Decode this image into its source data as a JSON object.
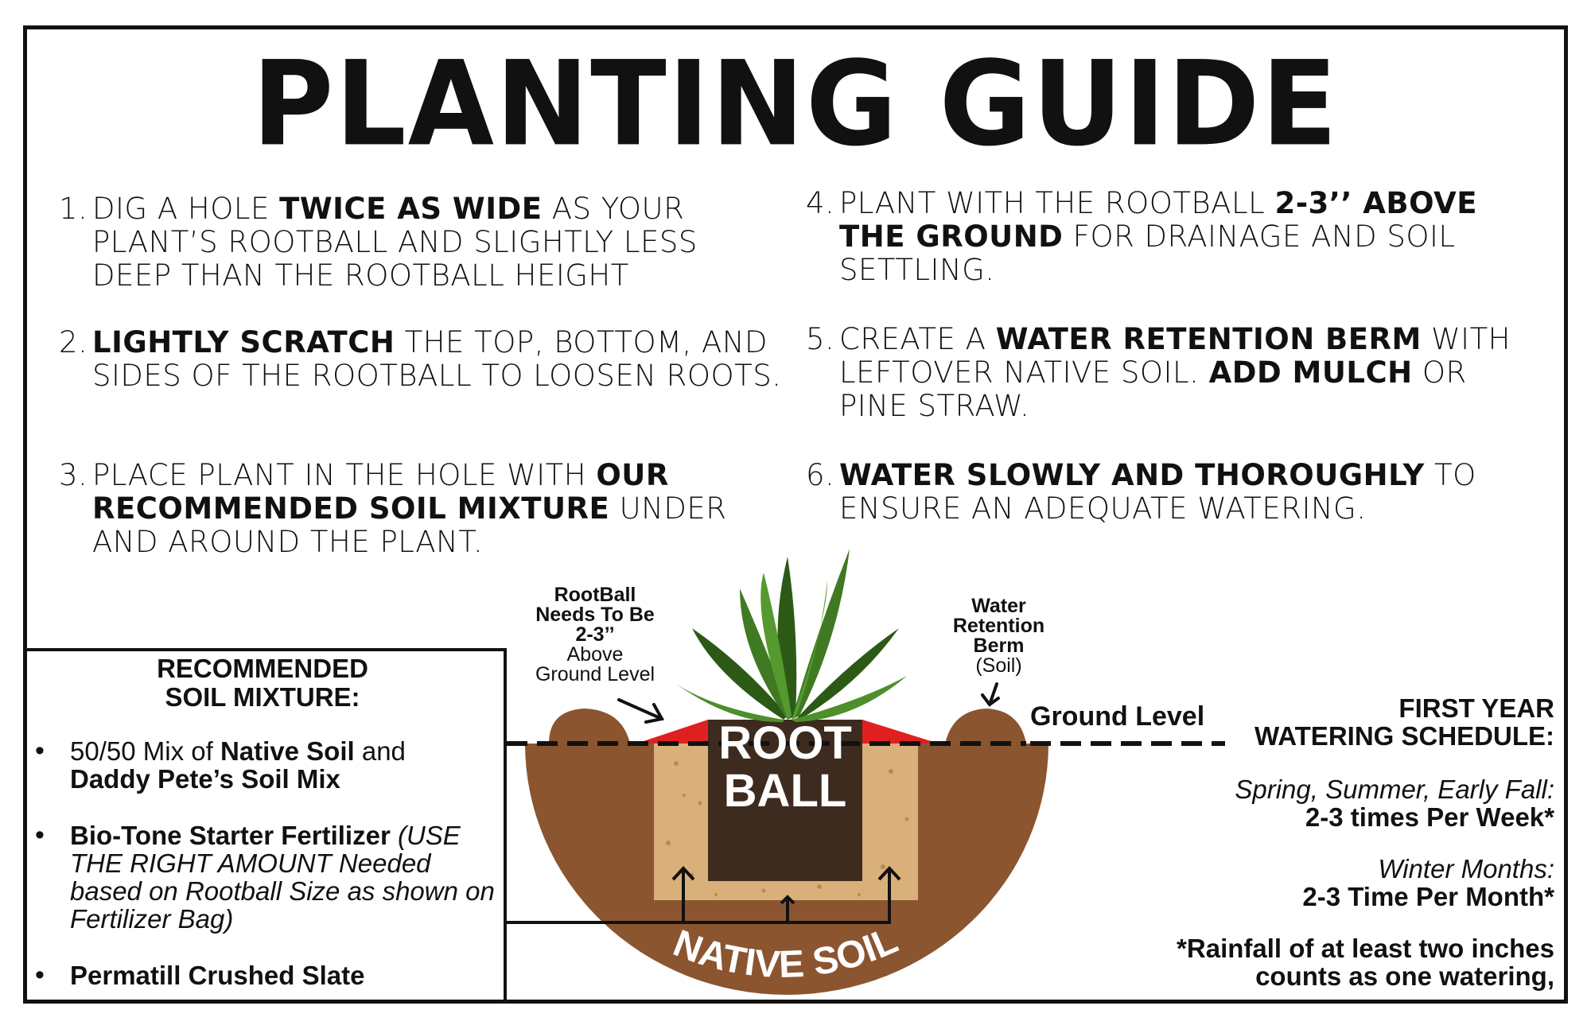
{
  "title": "PLANTING GUIDE",
  "steps": [
    {
      "num": "1.",
      "parts": [
        "DIG A HOLE ",
        "TWICE AS WIDE",
        " AS YOUR PLANT’S ROOTBALL AND SLIGHTLY LESS DEEP THAN THE ROOTBALL HEIGHT"
      ]
    },
    {
      "num": "2.",
      "parts": [
        "",
        "LIGHTLY SCRATCH",
        " THE TOP, BOTTOM, AND SIDES OF THE ROOTBALL TO LOOSEN ROOTS."
      ]
    },
    {
      "num": "3.",
      "parts": [
        "PLACE PLANT IN THE HOLE WITH ",
        "OUR RECOMMENDED SOIL MIXTURE",
        " UNDER AND AROUND THE PLANT."
      ]
    },
    {
      "num": "4.",
      "parts": [
        "PLANT WITH THE ROOTBALL ",
        "2-3’’ ABOVE THE GROUND",
        " FOR DRAINAGE AND SOIL SETTLING."
      ]
    },
    {
      "num": "5.",
      "parts": [
        "CREATE A ",
        "WATER RETENTION BERM",
        " WITH LEFTOVER NATIVE SOIL. ",
        "ADD MULCH",
        " OR PINE STRAW."
      ]
    },
    {
      "num": "6.",
      "parts": [
        "",
        "WATER SLOWLY AND THOROUGHLY",
        " TO ENSURE AN ADEQUATE WATERING."
      ]
    }
  ],
  "soil_mixture": {
    "title_line1": "RECOMMENDED",
    "title_line2": "SOIL MIXTURE:",
    "item1": {
      "a": "50/50 Mix of ",
      "b": "Native Soil",
      "c": " and ",
      "d": "Daddy Pete’s Soil Mix"
    },
    "item2": {
      "b": "Bio-Tone Starter Fertilizer",
      "i": " (USE THE RIGHT AMOUNT Needed based on Rootball Size as shown on Fertilizer Bag)"
    },
    "item3": {
      "b": "Permatill Crushed Slate"
    }
  },
  "diagram": {
    "rootball_note_bold": "RootBall Needs To Be 2-3’’",
    "rootball_note_rest": "Above Ground Level",
    "berm_note_bold": "Water Retention Berm",
    "berm_note_rest": "(Soil)",
    "ground_level": "Ground Level",
    "rootball_line1": "ROOT",
    "rootball_line2": "BALL",
    "native_soil": "NATIVE SOIL"
  },
  "watering": {
    "title_line1": "FIRST YEAR",
    "title_line2": "WATERING SCHEDULE:",
    "season1": "Spring, Summer, Early Fall:",
    "freq1": "2-3 times Per Week*",
    "season2": "Winter Months:",
    "freq2": "2-3 Time Per Month*",
    "note_line1": "*Rainfall of at least two inches",
    "note_line2": "counts as one watering,"
  },
  "colors": {
    "soil": "#8B5530",
    "hole": "#D9B07A",
    "rootball": "#3E2B1F",
    "gap": "#E02020",
    "leaf": "#3F7A22",
    "leaf_dark": "#2C5A16"
  }
}
